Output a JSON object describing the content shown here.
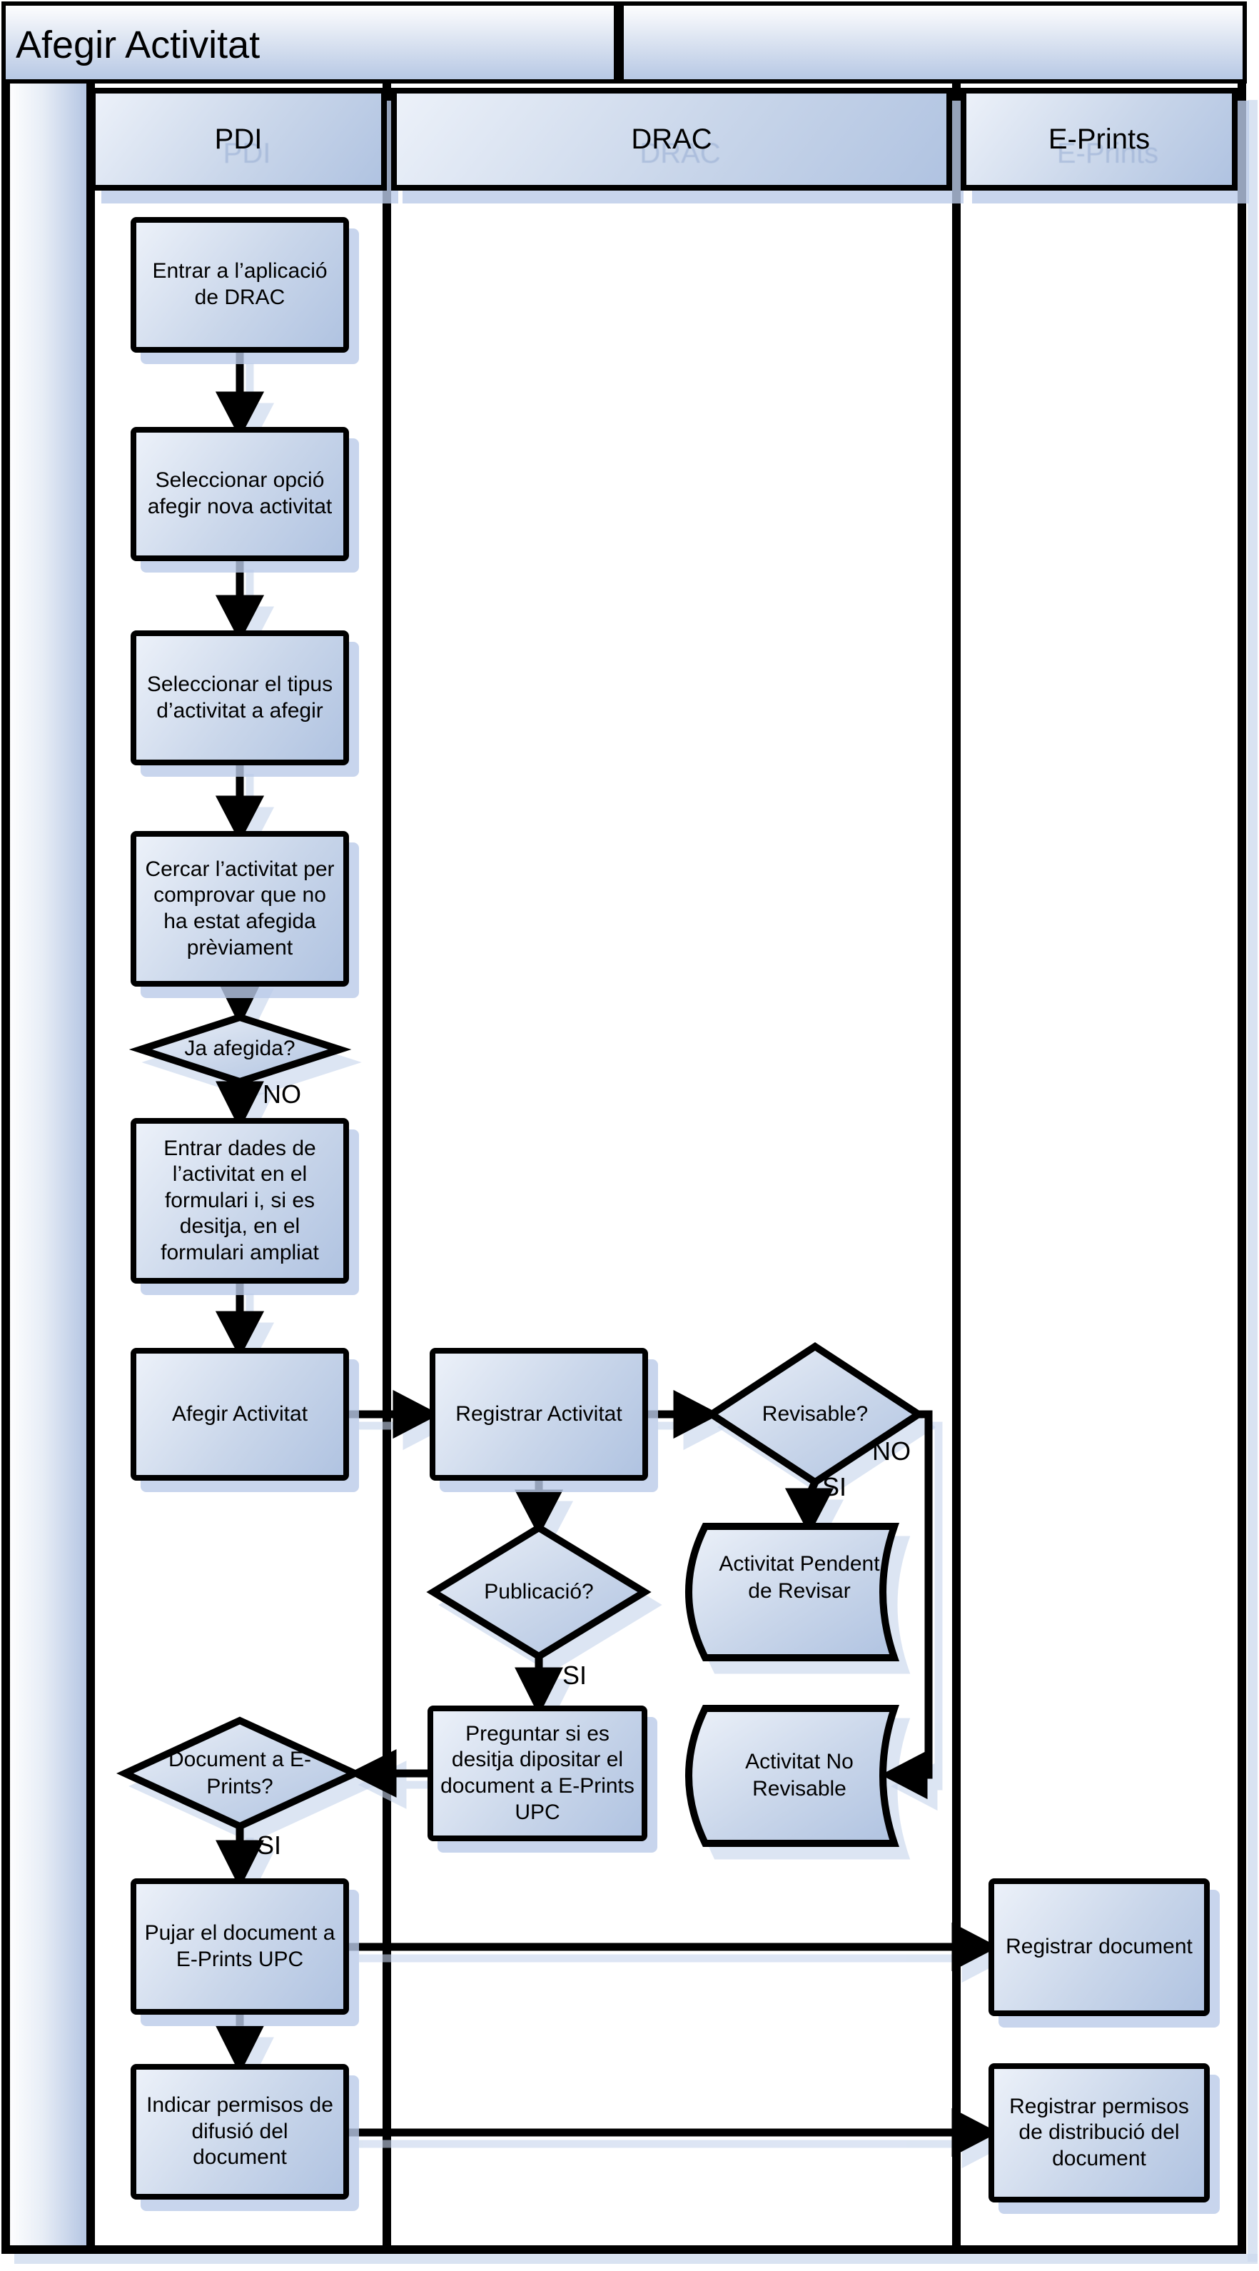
{
  "title": "Afegir Activitat",
  "lanes": {
    "pdi": "PDI",
    "drac": "DRAC",
    "eprints": "E-Prints"
  },
  "pdi": {
    "entrar_aplicacio": "Entrar a l’aplicació de DRAC",
    "seleccionar_opcio": "Seleccionar opció afegir nova activitat",
    "seleccionar_tipus": "Seleccionar el tipus d’activitat a afegir",
    "cercar_activitat": "Cercar l’activitat per comprovar que no ha estat afegida prèviament",
    "ja_afegida": "Ja afegida?",
    "ja_afegida_no": "NO",
    "entrar_dades": "Entrar dades de l’activitat en el formulari i, si es desitja, en el formulari ampliat",
    "afegir_activitat": "Afegir Activitat",
    "document_eprints": "Document a E-Prints?",
    "document_eprints_si": "SI",
    "pujar_document": "Pujar el document a E-Prints UPC",
    "indicar_permisos": "Indicar permisos de difusió del document"
  },
  "drac": {
    "registrar_activitat": "Registrar Activitat",
    "revisable": "Revisable?",
    "revisable_si": "SI",
    "revisable_no": "NO",
    "pendent_revisar": "Activitat Pendent de Revisar",
    "publicacio": "Publicació?",
    "publicacio_si": "SI",
    "no_revisable": "Activitat No Revisable",
    "preguntar_dipositar": "Preguntar si es desitja dipositar el document a E-Prints UPC"
  },
  "eprints": {
    "registrar_document": "Registrar document",
    "registrar_permisos": "Registrar permisos de distribució del document"
  },
  "colors": {
    "border": "#000000",
    "shape_fill_light": "#ecf1f9",
    "shape_fill_dark": "#b0c3e1",
    "shadow": "#ccd9ee"
  }
}
